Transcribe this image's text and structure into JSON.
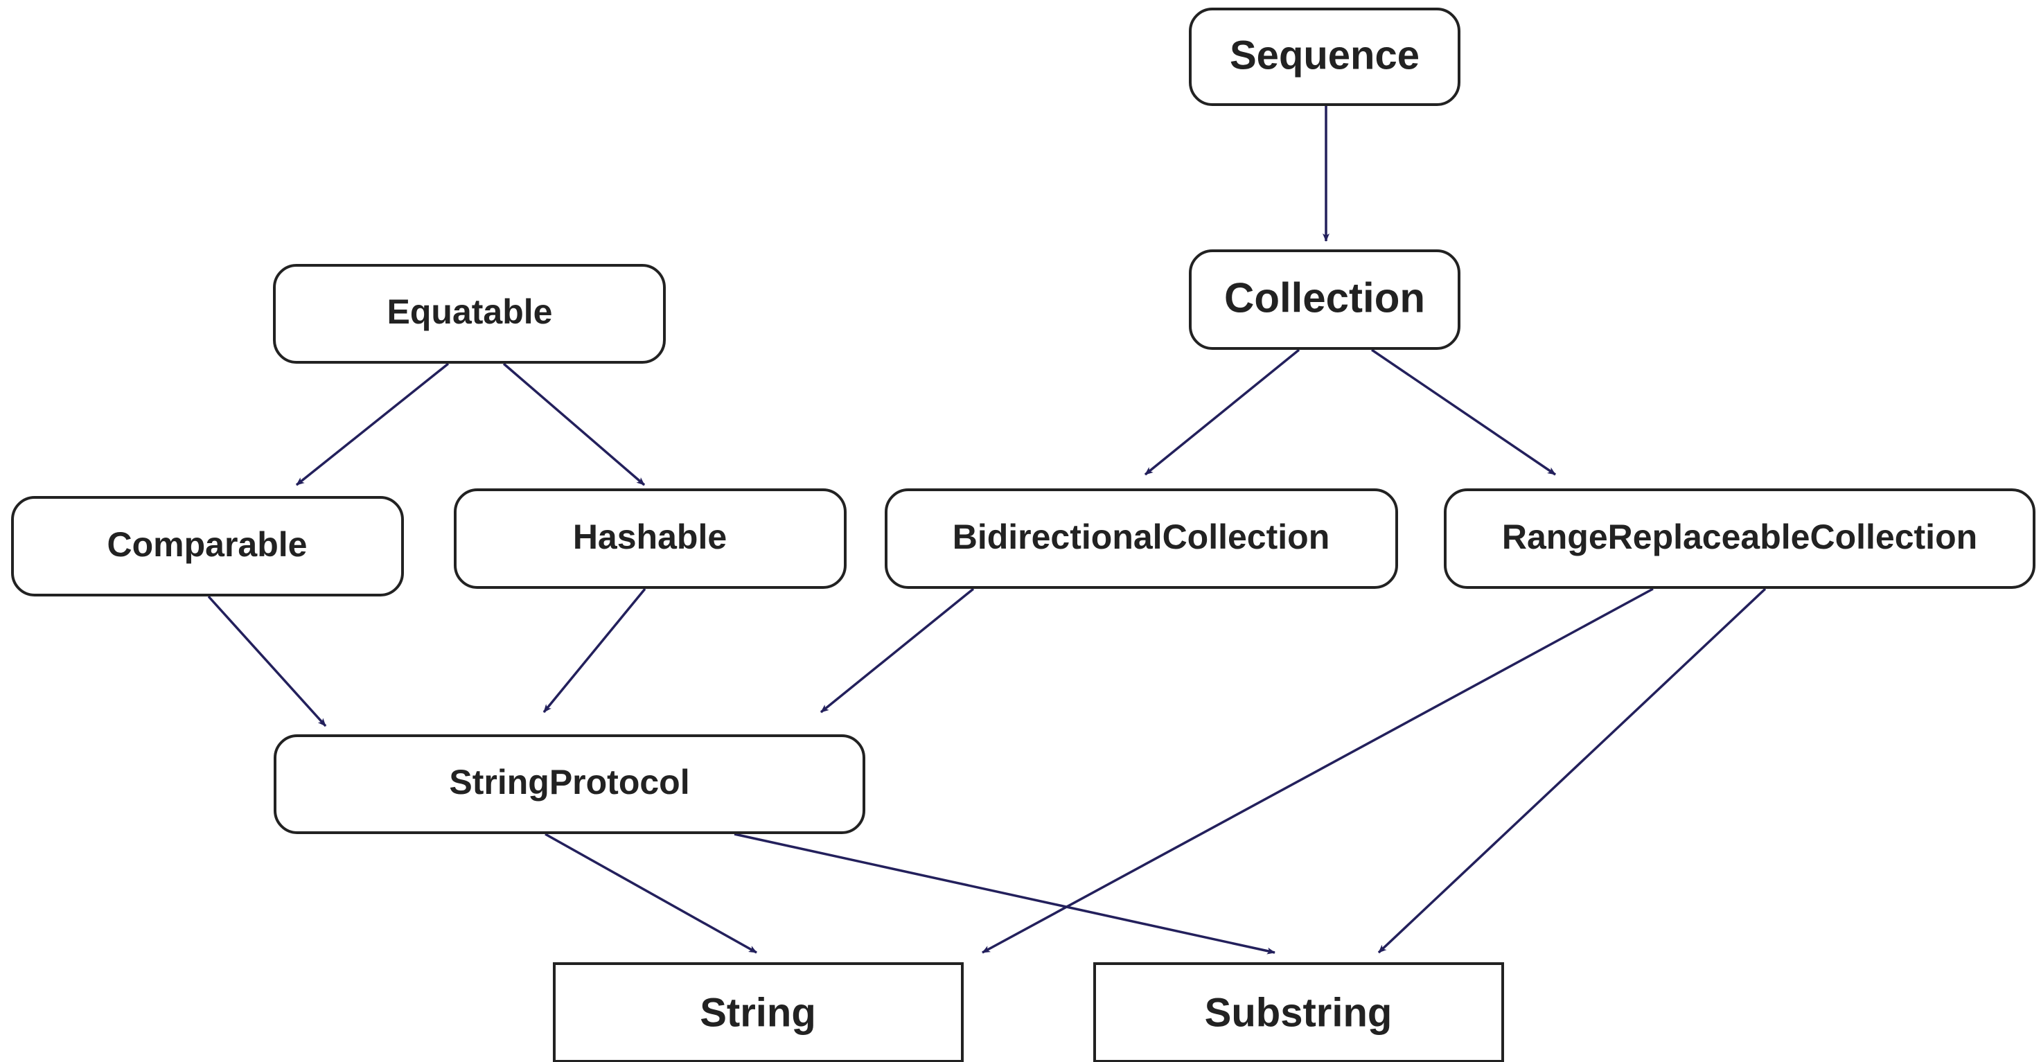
{
  "colors": {
    "edge": "#23205c",
    "box_stroke": "#222222",
    "text": "#222222",
    "background": "#ffffff"
  },
  "nodes": {
    "sequence": {
      "label": "Sequence",
      "shape": "rounded"
    },
    "collection": {
      "label": "Collection",
      "shape": "rounded"
    },
    "equatable": {
      "label": "Equatable",
      "shape": "rounded"
    },
    "comparable": {
      "label": "Comparable",
      "shape": "rounded"
    },
    "hashable": {
      "label": "Hashable",
      "shape": "rounded"
    },
    "bidirectional": {
      "label": "BidirectionalCollection",
      "shape": "rounded"
    },
    "rangereplaceable": {
      "label": "RangeReplaceableCollection",
      "shape": "rounded"
    },
    "stringprotocol": {
      "label": "StringProtocol",
      "shape": "rounded"
    },
    "string": {
      "label": "String",
      "shape": "rectangle"
    },
    "substring": {
      "label": "Substring",
      "shape": "rectangle"
    }
  },
  "edges": [
    {
      "from": "sequence",
      "to": "collection"
    },
    {
      "from": "equatable",
      "to": "comparable"
    },
    {
      "from": "equatable",
      "to": "hashable"
    },
    {
      "from": "collection",
      "to": "bidirectional"
    },
    {
      "from": "collection",
      "to": "rangereplaceable"
    },
    {
      "from": "comparable",
      "to": "stringprotocol"
    },
    {
      "from": "hashable",
      "to": "stringprotocol"
    },
    {
      "from": "bidirectional",
      "to": "stringprotocol"
    },
    {
      "from": "stringprotocol",
      "to": "string"
    },
    {
      "from": "stringprotocol",
      "to": "substring"
    },
    {
      "from": "rangereplaceable",
      "to": "string"
    },
    {
      "from": "rangereplaceable",
      "to": "substring"
    }
  ]
}
